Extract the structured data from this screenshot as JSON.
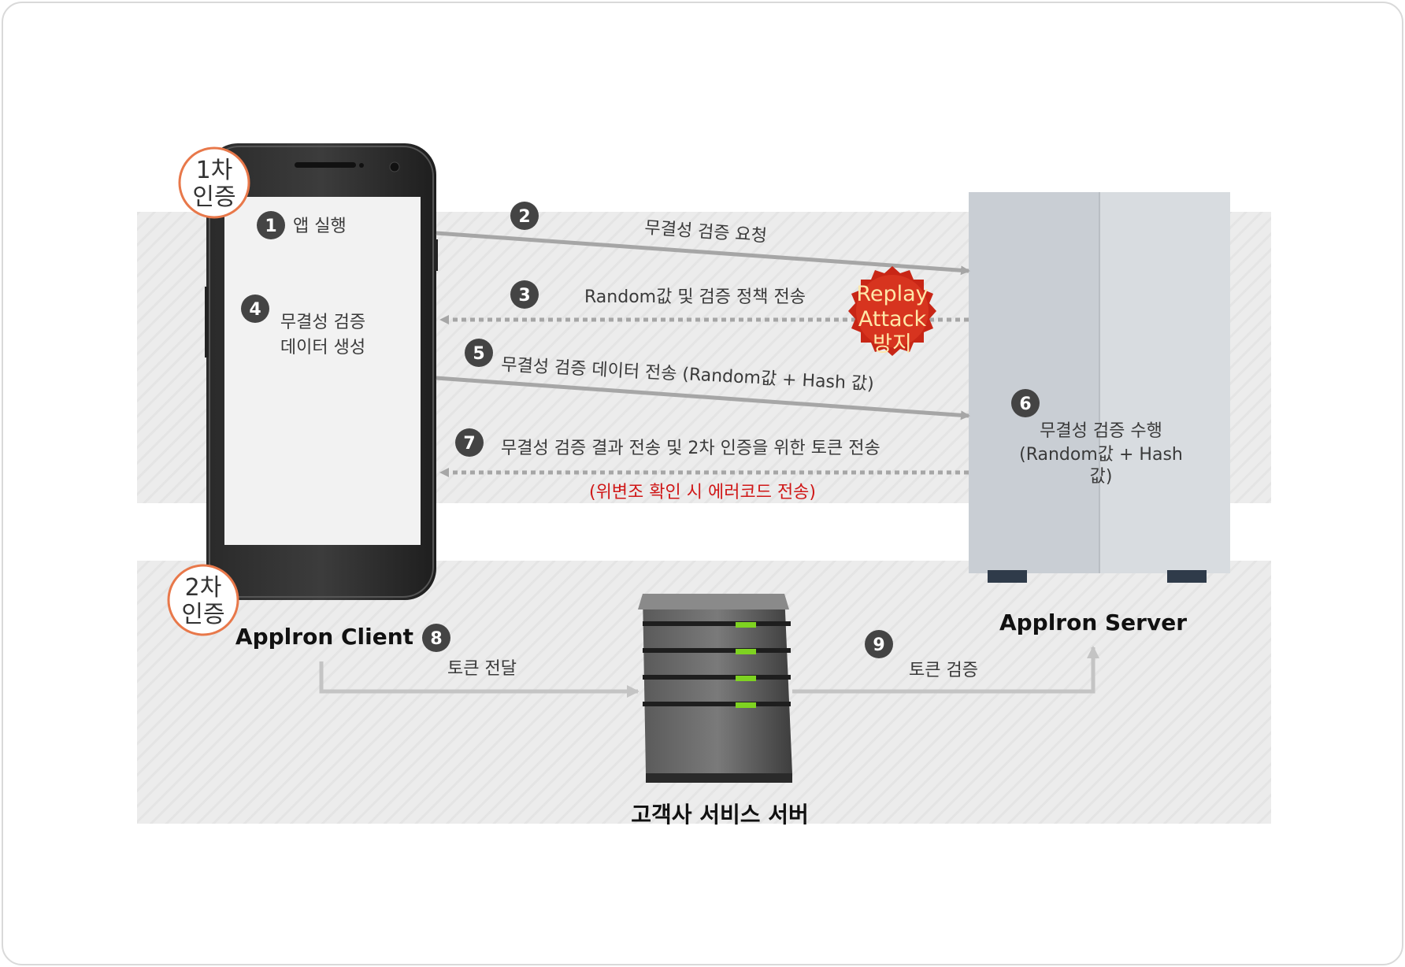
{
  "auth": {
    "first": [
      "1차",
      "인증"
    ],
    "second": [
      "2차",
      "인증"
    ]
  },
  "client": {
    "title": "Applron Client"
  },
  "server": {
    "title": "Applron Server"
  },
  "service": {
    "title": "고객사 서비스 서버"
  },
  "stamp": [
    "Replay",
    "Attack",
    "방지"
  ],
  "steps": {
    "s1": {
      "num": "1",
      "text": "앱 실행"
    },
    "s2": {
      "num": "2",
      "text": "무결성 검증 요청"
    },
    "s3": {
      "num": "3",
      "text": "Random값 및 검증 정책 전송"
    },
    "s4": {
      "num": "4",
      "lines": [
        "무결성 검증",
        "데이터 생성"
      ]
    },
    "s5": {
      "num": "5",
      "text": "무결성 검증 데이터 전송 (Random값 + Hash 값)"
    },
    "s6": {
      "num": "6",
      "lines": [
        "무결성 검증 수행",
        "(Random값 + Hash",
        "값)"
      ]
    },
    "s7": {
      "num": "7",
      "text": "무결성 검증 결과 전송 및 2차 인증을 위한 토큰 전송",
      "warning": "(위변조 확인 시 에러코드 전송)"
    },
    "s8": {
      "num": "8",
      "text": "토큰 전달"
    },
    "s9": {
      "num": "9",
      "text": "토큰 검증"
    }
  },
  "colors": {
    "accent_ring": "#e8784a",
    "stamp": "#c82616",
    "warning_text": "#d01818",
    "band": "#ececec",
    "led": "#7ed321"
  }
}
